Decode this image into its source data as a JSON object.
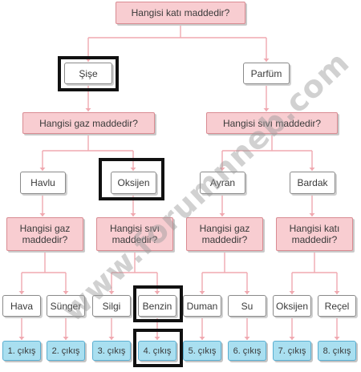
{
  "questions": {
    "root": "Hangisi katı maddedir?",
    "left": "Hangisi gaz maddedir?",
    "right": "Hangisi sıvı maddedir?",
    "l1": "Hangisi gaz maddedir?",
    "l2": "Hangisi sıvı maddedir?",
    "l3": "Hangisi gaz maddedir?",
    "l4": "Hangisi katı maddedir?"
  },
  "answers": {
    "sise": "Şişe",
    "parfum": "Parfüm",
    "havlu": "Havlu",
    "oksijen": "Oksijen",
    "ayran": "Ayran",
    "bardak": "Bardak"
  },
  "leaves": [
    "Hava",
    "Sünger",
    "Silgi",
    "Benzin",
    "Duman",
    "Su",
    "Oksijen",
    "Reçel"
  ],
  "outputs": [
    "1. çıkış",
    "2. çıkış",
    "3. çıkış",
    "4. çıkış",
    "5. çıkış",
    "6. çıkış",
    "7. çıkış",
    "8. çıkış"
  ],
  "watermark": "www.forumnneb.com",
  "colors": {
    "line": "#f0a9b0",
    "question_fill": "#f8cdd1",
    "output_fill": "#a9dff0",
    "highlight": "#111111"
  }
}
